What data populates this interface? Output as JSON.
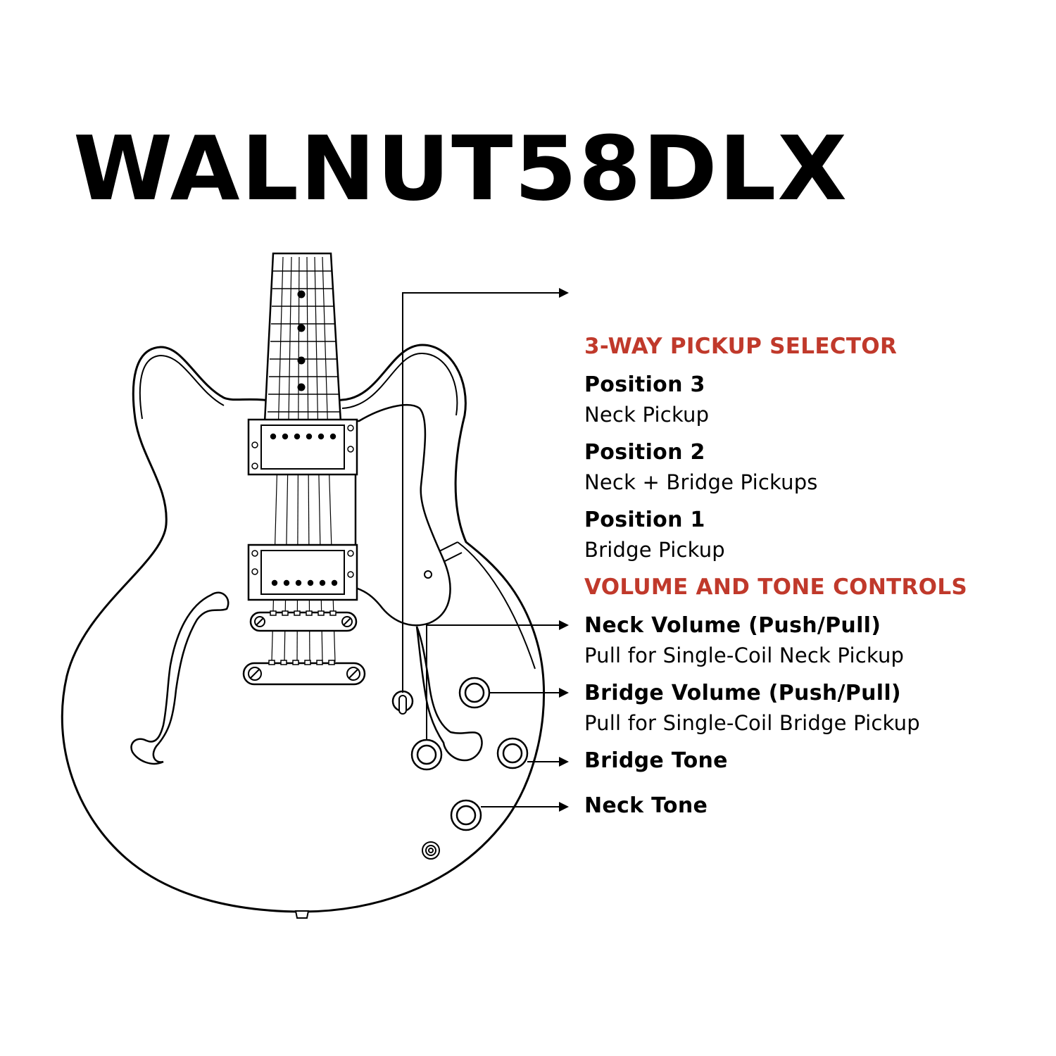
{
  "title": "WALNUT58DLX",
  "colors": {
    "accent": "#c0392b",
    "ink": "#000000",
    "background": "#ffffff"
  },
  "selector": {
    "heading": "3-WAY PICKUP SELECTOR",
    "positions": [
      {
        "label": "Position 3",
        "description": "Neck Pickup"
      },
      {
        "label": "Position 2",
        "description": "Neck + Bridge Pickups"
      },
      {
        "label": "Position 1",
        "description": "Bridge Pickup"
      }
    ]
  },
  "controls": {
    "heading": "VOLUME AND TONE CONTROLS",
    "items": [
      {
        "label": "Neck Volume (Push/Pull)",
        "description": "Pull for Single-Coil Neck Pickup"
      },
      {
        "label": "Bridge Volume (Push/Pull)",
        "description": "Pull for Single-Coil Bridge Pickup"
      },
      {
        "label": "Bridge Tone"
      },
      {
        "label": "Neck Tone"
      }
    ]
  }
}
